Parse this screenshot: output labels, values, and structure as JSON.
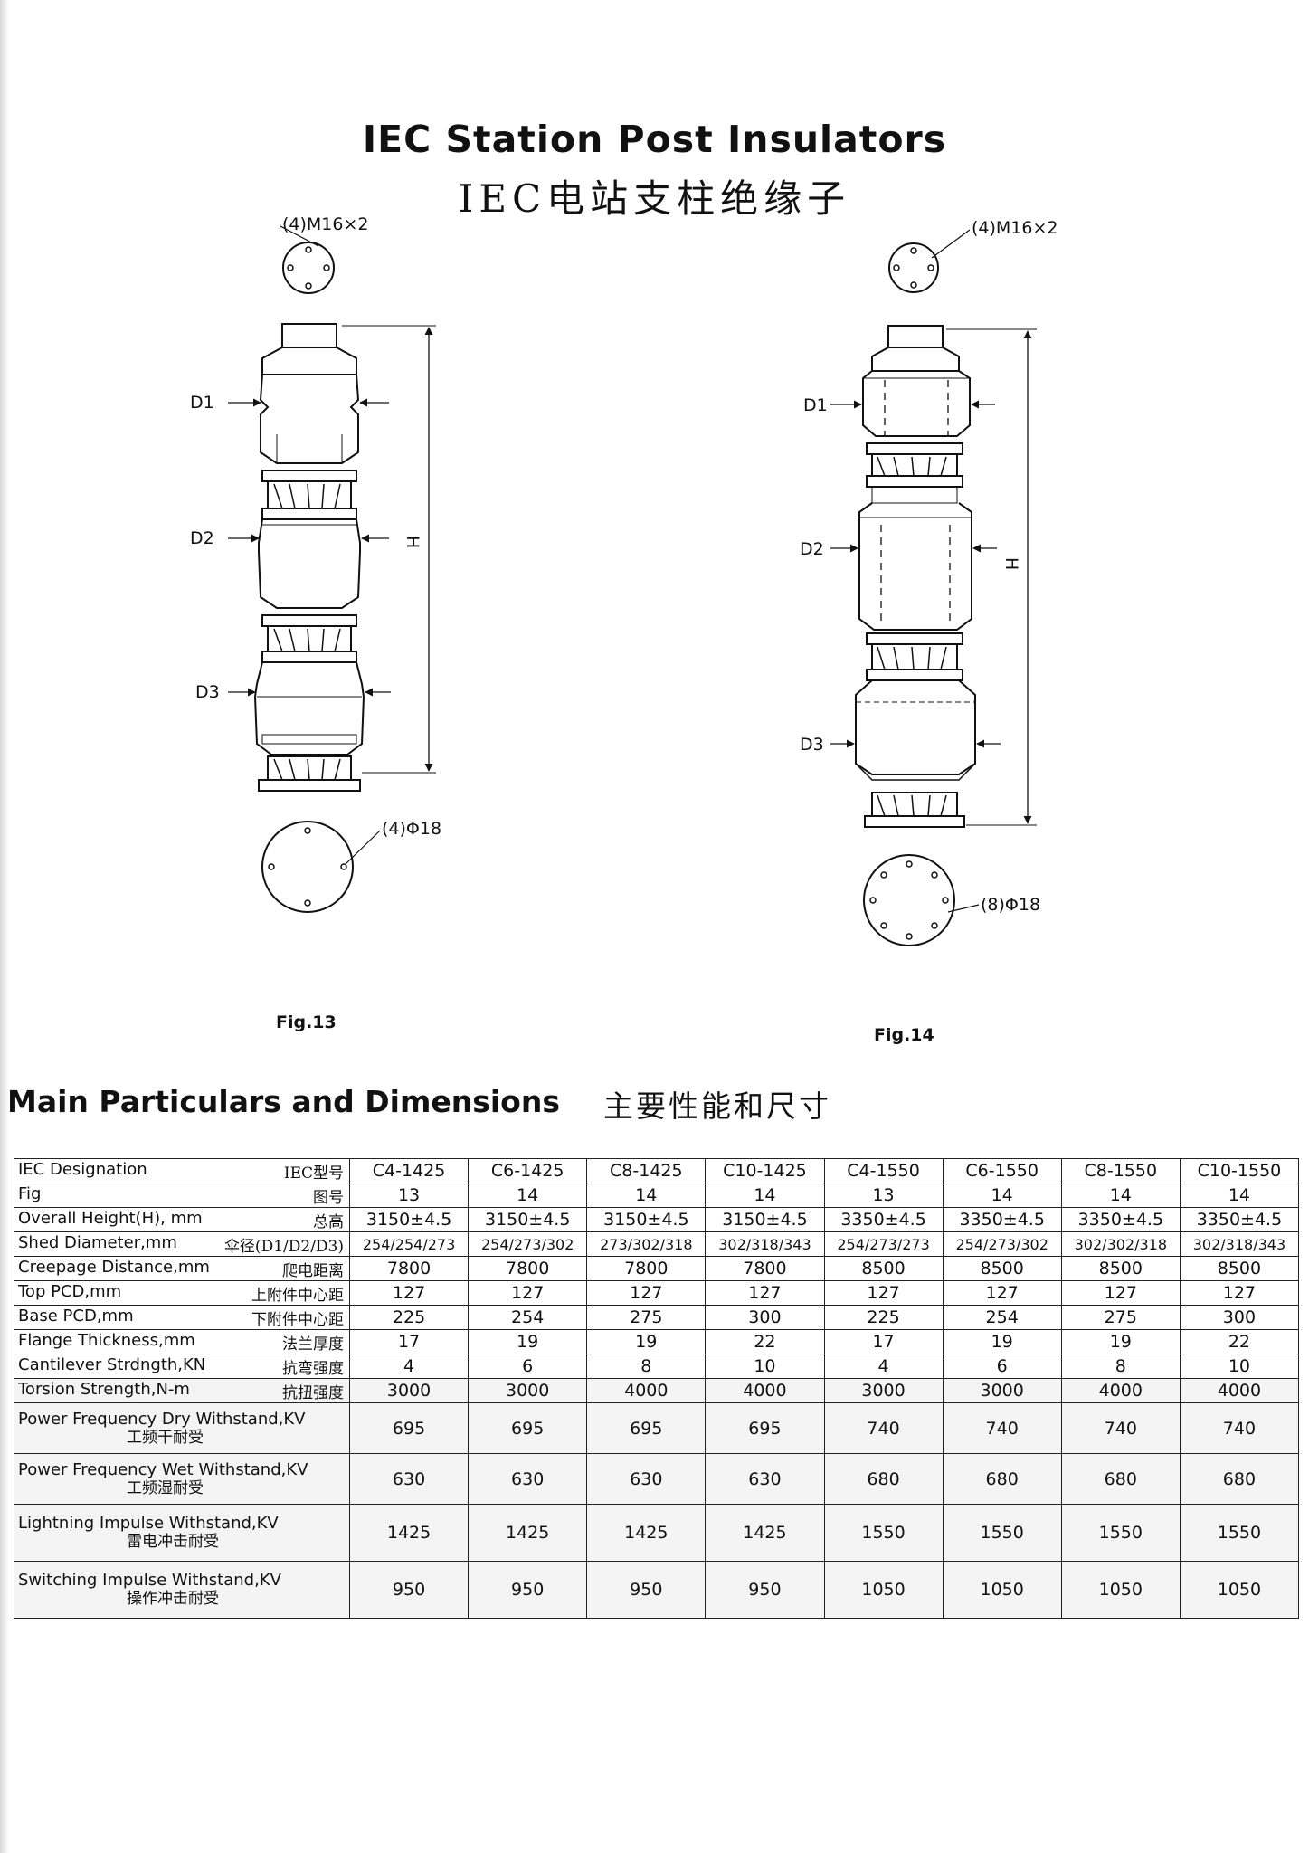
{
  "title": {
    "en": "IEC Station Post Insulators",
    "cn": "IEC电站支柱绝缘子"
  },
  "figures": {
    "fig13": {
      "caption": "Fig.13",
      "top_holes": "(4)M16×2",
      "base_holes": "(4)Φ18",
      "d1": "D1",
      "d2": "D2",
      "d3": "D3",
      "h": "H"
    },
    "fig14": {
      "caption": "Fig.14",
      "top_holes": "(4)M16×2",
      "base_holes": "(8)Φ18",
      "d1": "D1",
      "d2": "D2",
      "d3": "D3",
      "h": "H"
    }
  },
  "section": {
    "en": "Main Particulars and Dimensions",
    "cn": "主要性能和尺寸"
  },
  "table": {
    "rows": [
      {
        "en": "IEC Designation",
        "cn": "IEC型号",
        "values": [
          "C4-1425",
          "C6-1425",
          "C8-1425",
          "C10-1425",
          "C4-1550",
          "C6-1550",
          "C8-1550",
          "C10-1550"
        ]
      },
      {
        "en": "Fig",
        "cn": "图号",
        "values": [
          "13",
          "14",
          "14",
          "14",
          "13",
          "14",
          "14",
          "14"
        ]
      },
      {
        "en": "Overall Height(H), mm",
        "cn": "总高",
        "values": [
          "3150±4.5",
          "3150±4.5",
          "3150±4.5",
          "3150±4.5",
          "3350±4.5",
          "3350±4.5",
          "3350±4.5",
          "3350±4.5"
        ]
      },
      {
        "en": "Shed Diameter,mm",
        "cn": "伞径(D1/D2/D3)",
        "values": [
          "254/254/273",
          "254/273/302",
          "273/302/318",
          "302/318/343",
          "254/273/273",
          "254/273/302",
          "302/302/318",
          "302/318/343"
        ]
      },
      {
        "en": "Creepage Distance,mm",
        "cn": "爬电距离",
        "values": [
          "7800",
          "7800",
          "7800",
          "7800",
          "8500",
          "8500",
          "8500",
          "8500"
        ]
      },
      {
        "en": "Top PCD,mm",
        "cn": "上附件中心距",
        "values": [
          "127",
          "127",
          "127",
          "127",
          "127",
          "127",
          "127",
          "127"
        ]
      },
      {
        "en": "Base PCD,mm",
        "cn": "下附件中心距",
        "values": [
          "225",
          "254",
          "275",
          "300",
          "225",
          "254",
          "275",
          "300"
        ]
      },
      {
        "en": "Flange Thickness,mm",
        "cn": "法兰厚度",
        "values": [
          "17",
          "19",
          "19",
          "22",
          "17",
          "19",
          "19",
          "22"
        ]
      },
      {
        "en": "Cantilever Strdngth,KN",
        "cn": "抗弯强度",
        "values": [
          "4",
          "6",
          "8",
          "10",
          "4",
          "6",
          "8",
          "10"
        ]
      },
      {
        "en": "Torsion Strength,N-m",
        "cn": "抗扭强度",
        "values": [
          "3000",
          "3000",
          "4000",
          "4000",
          "3000",
          "3000",
          "4000",
          "4000"
        ]
      },
      {
        "en": "Power Frequency Dry Withstand,KV",
        "cn": "工频干耐受",
        "values": [
          "695",
          "695",
          "695",
          "695",
          "740",
          "740",
          "740",
          "740"
        ]
      },
      {
        "en": "Power Frequency Wet Withstand,KV",
        "cn": "工频湿耐受",
        "values": [
          "630",
          "630",
          "630",
          "630",
          "680",
          "680",
          "680",
          "680"
        ]
      },
      {
        "en": "Lightning Impulse Withstand,KV",
        "cn": "雷电冲击耐受",
        "values": [
          "1425",
          "1425",
          "1425",
          "1425",
          "1550",
          "1550",
          "1550",
          "1550"
        ]
      },
      {
        "en": "Switching Impulse Withstand,KV",
        "cn": "操作冲击耐受",
        "values": [
          "950",
          "950",
          "950",
          "950",
          "1050",
          "1050",
          "1050",
          "1050"
        ]
      }
    ]
  }
}
